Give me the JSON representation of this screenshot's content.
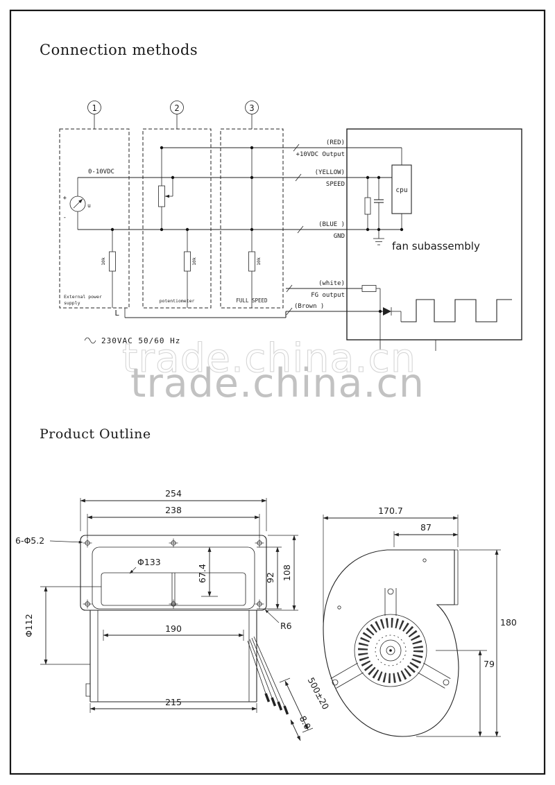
{
  "page": {
    "section1_title": "Connection methods",
    "section2_title": "Product Outline"
  },
  "watermark": {
    "ghost": "trade.china.cn",
    "text": "trade.china.cn"
  },
  "colors": {
    "line": "#1a1a1a",
    "watermark": "#c2c2c2"
  },
  "wiring": {
    "circuit_numbers": [
      "1",
      "2",
      "3"
    ],
    "box_labels": {
      "box1_line1": "External power",
      "box1_line2": "supply",
      "box2": "potentiometer",
      "box3": "FULL SPEED"
    },
    "source": {
      "range": "0-10VDC",
      "plus": "+",
      "minus": "-",
      "symbol": "u"
    },
    "resistor_value": "10k",
    "wires": {
      "red": {
        "color": "(RED)",
        "signal": "+10VDC Output"
      },
      "yellow": {
        "color": "(YELLOW)",
        "signal": "SPEED"
      },
      "blue": {
        "color": "(BLUE )",
        "signal": "GND"
      },
      "white": {
        "color": "(white)",
        "signal": "FG output"
      },
      "brown": {
        "color": "(Brown )"
      }
    },
    "cpu": "cpu",
    "fan_label": "fan subassembly",
    "line_label": "L",
    "mains": "230VAC 50/60 Hz"
  },
  "outline": {
    "front": {
      "width_outer": "254",
      "width_inner": "238",
      "holes": "6-Φ5.2",
      "wheel_dia": "Φ133",
      "depth": "67.4",
      "height_inner": "92",
      "height_outer": "108",
      "body_dia": "Φ112",
      "span": "190",
      "corner_radius": "R6",
      "base_width": "215",
      "cable_length": "500±20",
      "cable_dia": "8.0"
    },
    "side": {
      "width": "170.7",
      "outlet": "87",
      "height": "180",
      "center_height": "79"
    }
  }
}
